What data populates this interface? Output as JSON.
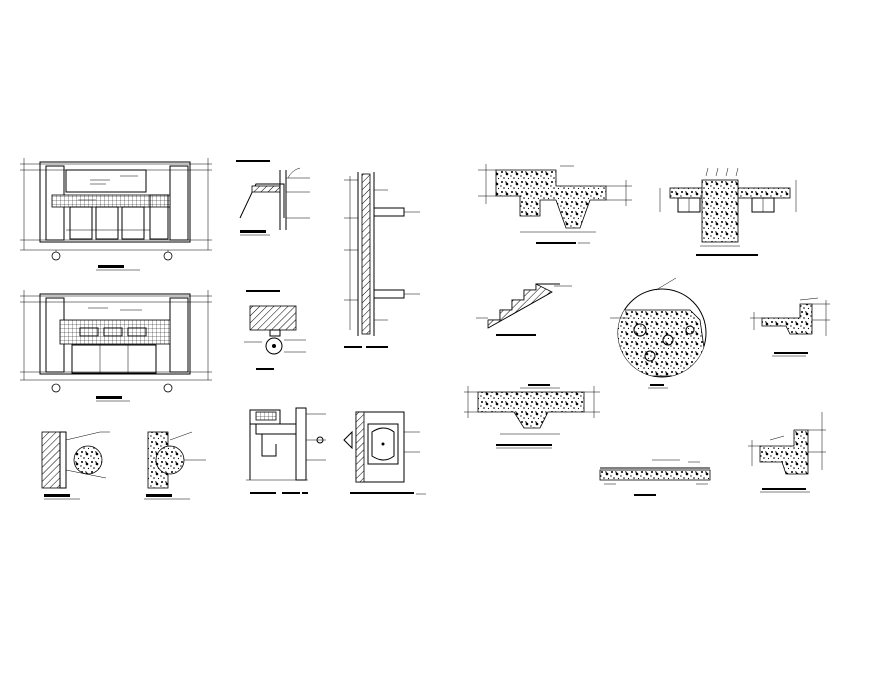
{
  "drawing": {
    "background": "#ffffff",
    "line_color": "#000000",
    "panels": [
      {
        "id": "elevation-upper",
        "kind": "washroom-elevation"
      },
      {
        "id": "elevation-lower",
        "kind": "washroom-elevation"
      },
      {
        "id": "wall-detail-a",
        "kind": "wall-section-detail"
      },
      {
        "id": "wall-detail-b",
        "kind": "wall-section-detail"
      },
      {
        "id": "partition-section",
        "kind": "section"
      },
      {
        "id": "drain-plan",
        "kind": "plan-detail"
      },
      {
        "id": "tall-wall-section",
        "kind": "section"
      },
      {
        "id": "basin-section",
        "kind": "section"
      },
      {
        "id": "basin-plan",
        "kind": "plan-detail"
      },
      {
        "id": "step-slab-section",
        "kind": "concrete-section"
      },
      {
        "id": "beam-section",
        "kind": "concrete-section"
      },
      {
        "id": "stair-detail",
        "kind": "section"
      },
      {
        "id": "circle-enlargement",
        "kind": "enlarged-detail"
      },
      {
        "id": "corner-detail-a",
        "kind": "concrete-section"
      },
      {
        "id": "slab-recess-section",
        "kind": "concrete-section"
      },
      {
        "id": "floor-strip-section",
        "kind": "concrete-section"
      },
      {
        "id": "corner-detail-b",
        "kind": "concrete-section"
      }
    ]
  }
}
